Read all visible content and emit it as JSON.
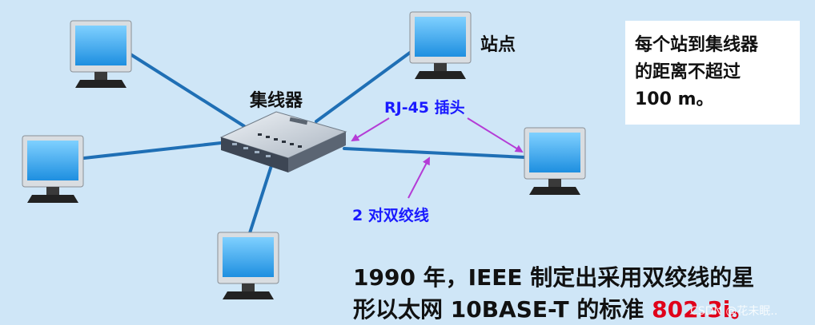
{
  "labels": {
    "hub": "集线器",
    "station": "站点",
    "rj45": "RJ-45 插头",
    "twisted_pair": "2 对双绞线"
  },
  "note": {
    "line1": "每个站到集线器",
    "line2": "的距离不超过",
    "line3": "100 m。"
  },
  "caption": {
    "line1": "1990 年，IEEE 制定出采用双绞线的星",
    "line2_prefix": "形以太网 10BASE-T 的标准 ",
    "line2_highlight": "802.3i。"
  },
  "watermark": "CSDN @花未眠..",
  "colors": {
    "background": "#cfe6f7",
    "cable": "#1f6fb5",
    "annotation_arrow": "#b43cd6",
    "annotation_text": "#1a1aff",
    "highlight": "#e0001a"
  },
  "icons": {
    "computers": "computer-monitor-icon",
    "hub": "network-hub-icon"
  }
}
